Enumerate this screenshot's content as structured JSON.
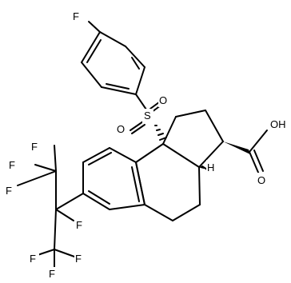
{
  "molecule": {
    "atoms": {
      "fluoro_top": "F",
      "sulfur": "S",
      "sulfonyl_oxygen_right": "O",
      "sulfonyl_oxygen_left": "O",
      "stereo_h": "H",
      "carboxyl_oh": "OH",
      "carboxyl_o": "O",
      "cf3_f_top": "F",
      "cf3_f_top_left": "F",
      "cf3_f_mid_left": "F",
      "central_f": "F",
      "cf3_f_bottom_left": "F",
      "cf3_f_bottom_mid": "F",
      "cf3_f_bottom_right": "F"
    }
  }
}
